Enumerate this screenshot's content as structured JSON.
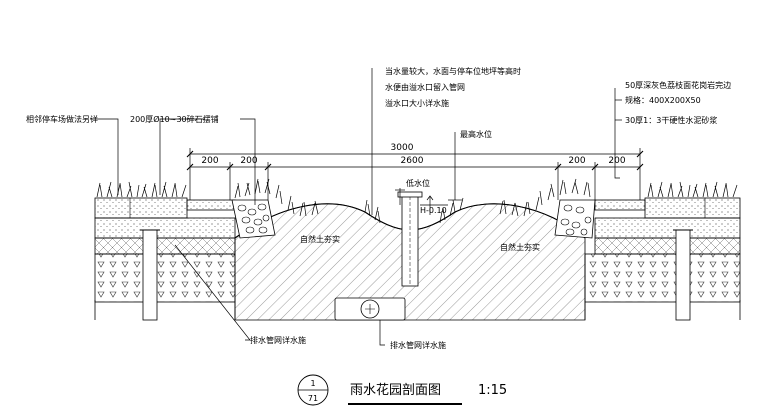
{
  "annotations": {
    "left_parking": "相邻停车场做法另详",
    "gravel": "200厚Ø10~30碎石摆铺",
    "overflow_line1": "当水量较大，水面与停车位地坪等高时",
    "overflow_line2": "水便由溢水口留入管网",
    "overflow_line3": "溢水口大小详水施",
    "high_water": "最高水位",
    "stone_line1": "50厚深灰色荔枝面花岗岩完边",
    "stone_line2": "规格：400X200X50",
    "mortar": "30厚1：3干硬性水泥砂浆",
    "low_water": "低水位",
    "level": "H-0.10",
    "soil_left": "自然土夯实",
    "soil_right": "自然土夯实",
    "drain_left": "排水管网详水施",
    "drain_center": "排水管网详水施"
  },
  "dimensions": {
    "overall": "3000",
    "inner": "2600",
    "left_a": "200",
    "left_b": "200",
    "right_a": "200",
    "right_b": "200"
  },
  "title_block": {
    "number_top": "1",
    "number_bottom": "71",
    "title": "雨水花园剖面图",
    "scale": "1:15"
  }
}
